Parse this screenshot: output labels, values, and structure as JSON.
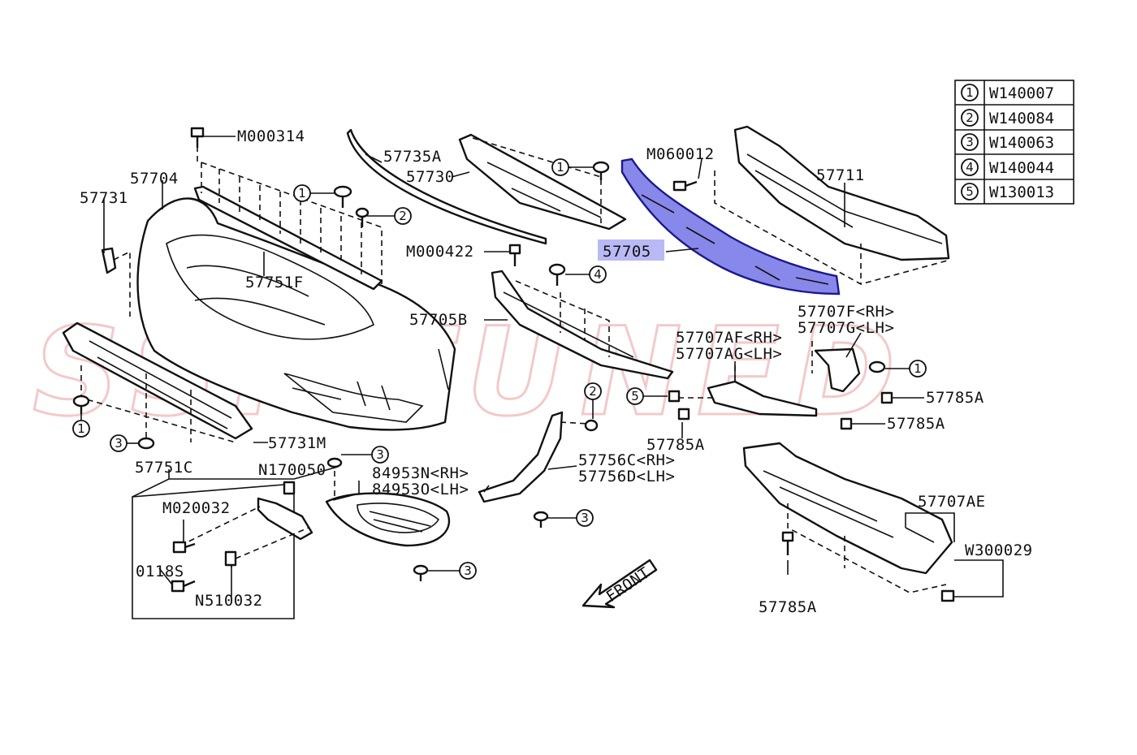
{
  "watermark": "SSMTUNED",
  "legend": [
    {
      "num": "1",
      "code": "W140007"
    },
    {
      "num": "2",
      "code": "W140084"
    },
    {
      "num": "3",
      "code": "W140063"
    },
    {
      "num": "4",
      "code": "W140044"
    },
    {
      "num": "5",
      "code": "W130013"
    }
  ],
  "labels": {
    "m000314": "M000314",
    "p57735a": "57735A",
    "p57730": "57730",
    "m060012": "M060012",
    "p57711": "57711",
    "p57704": "57704",
    "p57731": "57731",
    "p57751f": "57751F",
    "m000422": "M000422",
    "p57705": "57705",
    "p57705b": "57705B",
    "p57707f": "57707F<RH>",
    "p57707g": "57707G<LH>",
    "p57707af": "57707AF<RH>",
    "p57707ag": "57707AG<LH>",
    "p57785a_1": "57785A",
    "p57785a_2": "57785A",
    "p57785a_3": "57785A",
    "p57785a_4": "57785A",
    "p57731m": "57731M",
    "p57751c": "57751C",
    "n170050": "N170050",
    "p84953n": "84953N<RH>",
    "p84953o": "84953O<LH>",
    "p57756c": "57756C<RH>",
    "p57756d": "57756D<LH>",
    "m020032": "M020032",
    "p0118s": "0118S",
    "n510032": "N510032",
    "p57707ae": "57707AE",
    "w300029": "W300029",
    "front": "FRONT"
  },
  "callouts": {
    "c1a": "1",
    "c2a": "2",
    "c1b": "1",
    "c4a": "4",
    "c1c": "1",
    "c2b": "2",
    "c5a": "5",
    "c1d": "1",
    "c3a": "3",
    "c3b": "3",
    "c3c": "3",
    "c3d": "3"
  },
  "colors": {
    "highlight": "#6e6ee6",
    "watermark": "#f3c9c9"
  }
}
